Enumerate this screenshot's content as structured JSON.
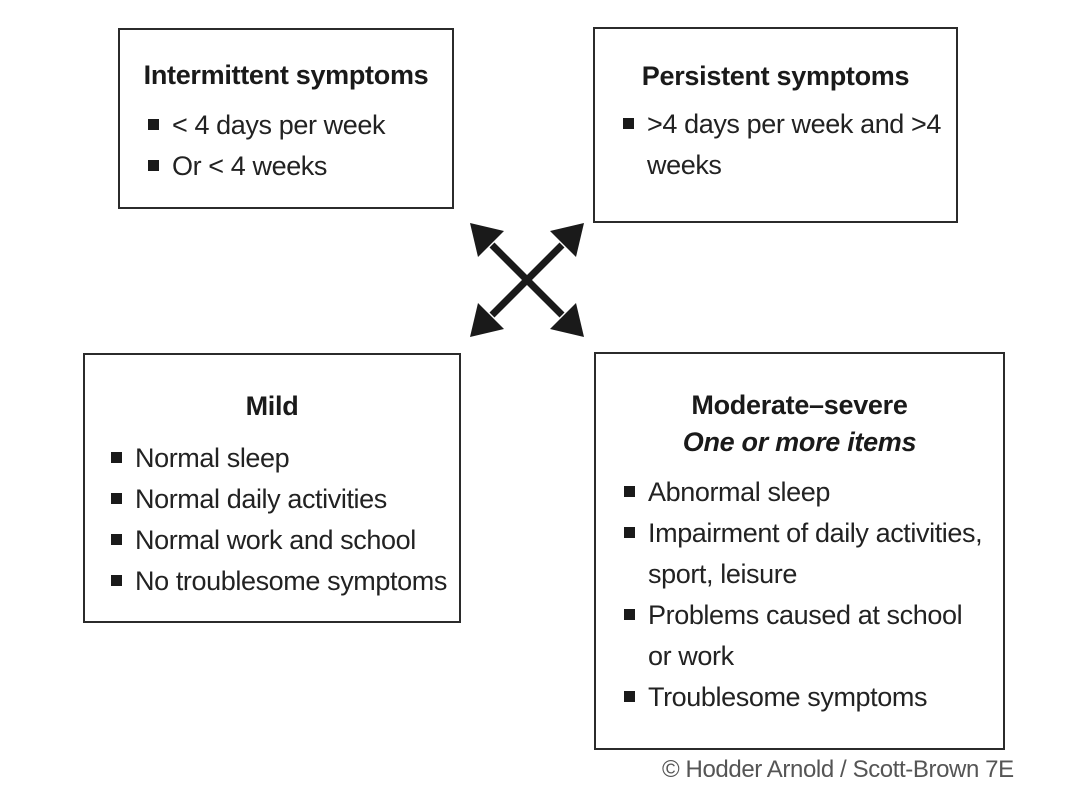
{
  "boxes": {
    "intermittent": {
      "title": "Intermittent symptoms",
      "items": [
        "< 4 days per week",
        "Or < 4 weeks"
      ]
    },
    "persistent": {
      "title": "Persistent symptoms",
      "items": [
        ">4 days per week and >4 weeks"
      ]
    },
    "mild": {
      "title": "Mild",
      "items": [
        "Normal sleep",
        "Normal daily activities",
        "Normal work and school",
        "No troublesome symptoms"
      ]
    },
    "moderate": {
      "title": "Moderate–severe",
      "subtitle": "One or more items",
      "items": [
        "Abnormal sleep",
        "Impairment of daily activities, sport, leisure",
        "Problems caused at school or work",
        "Troublesome symptoms"
      ]
    }
  },
  "arrows": {
    "icon": "four-way-diagonal-arrows-icon",
    "color": "#1a1a1a"
  },
  "credit": "© Hodder Arnold / Scott-Brown 7E"
}
